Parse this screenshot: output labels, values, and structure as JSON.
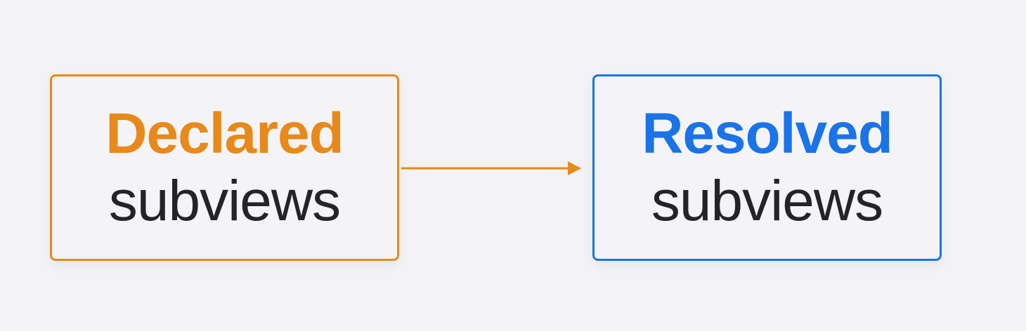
{
  "colors": {
    "background": "#f3f3f5",
    "declared_accent": "#e8891a",
    "resolved_accent": "#1a73e8",
    "text_dark": "#242426"
  },
  "declared": {
    "title": "Declared",
    "subtitle": "subviews"
  },
  "resolved": {
    "title": "Resolved",
    "subtitle": "subviews"
  },
  "connector": {
    "icon": "arrow-right-icon"
  }
}
